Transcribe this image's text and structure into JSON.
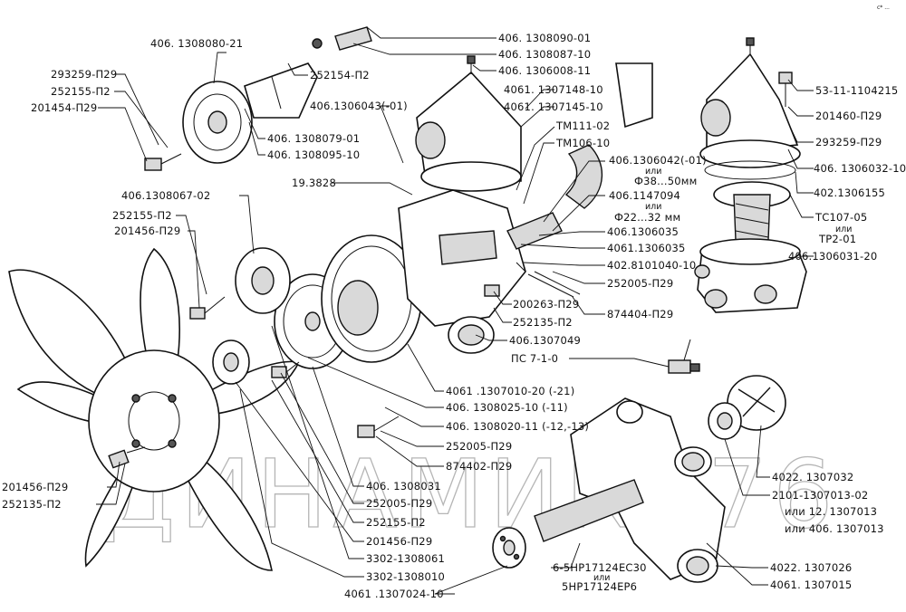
{
  "watermark": "ДИНАМИКА76",
  "corner_mark": "c* ...",
  "labels": {
    "l01": "406. 1308090-01",
    "l02": "406. 1308087-10",
    "l03": "406. 1306008-11",
    "l04": "4061. 1307148-10",
    "l05": "4061. 1307145-10",
    "l06": "ТМ111-02",
    "l07": "ТМ106-10",
    "l08": "406.1306042(-01)",
    "l08b": "или",
    "l08c": "Ф38...50мм",
    "l09": "406.1147094",
    "l09b": "или",
    "l09c": "Ф22...32 мм",
    "l10": "406.1306035",
    "l11": "4061.1306035",
    "l12": "402.8101040-10",
    "l13": "252005-П29",
    "l14": "874404-П29",
    "l15": "200263-П29",
    "l16": "252135-П2",
    "l17": "406.1307049",
    "l18": "ПС 7-1-0",
    "l19": "406. 1308080-21",
    "l20": "293259-П29",
    "l21": "252155-П2",
    "l22": "201454-П29",
    "l23": "252154-П2",
    "l24": "406.1306043(-01)",
    "l25": "406. 1308079-01",
    "l26": "406. 1308095-10",
    "l27": "19.3828",
    "l28": "406.1308067-02",
    "l29": "252155-П2",
    "l30": "201456-П29",
    "l31": "4061 .1307010-20 (-21)",
    "l32": "406. 1308025-10 (-11)",
    "l33": "406. 1308020-11 (-12,-13)",
    "l34": "252005-П29",
    "l35": "874402-П29",
    "l36": "406. 1308031",
    "l37": "252005-П29",
    "l38": "252155-П2",
    "l39": "201456-П29",
    "l40": "3302-1308061",
    "l41": "3302-1308010",
    "l42": "4061 .1307024-10",
    "l43": "201456-П29",
    "l44": "252135-П2",
    "l45": "6-5НР17124ЕС30",
    "l45b": "или",
    "l45c": "5НР17124ЕР6",
    "l46": "4022. 1307026",
    "l47": "4061. 1307015",
    "l48": "4022. 1307032",
    "l49": "2101-1307013-02",
    "l50": "или 12. 1307013",
    "l51": "или 406. 1307013",
    "l52": "53-11-1104215",
    "l53": "201460-П29",
    "l54": "293259-П29",
    "l55": "406. 1306032-10",
    "l56": "402.1306155",
    "l57": "ТС107-05",
    "l57b": "или",
    "l57c": "ТР2-01",
    "l58": "406.1306031-20"
  }
}
